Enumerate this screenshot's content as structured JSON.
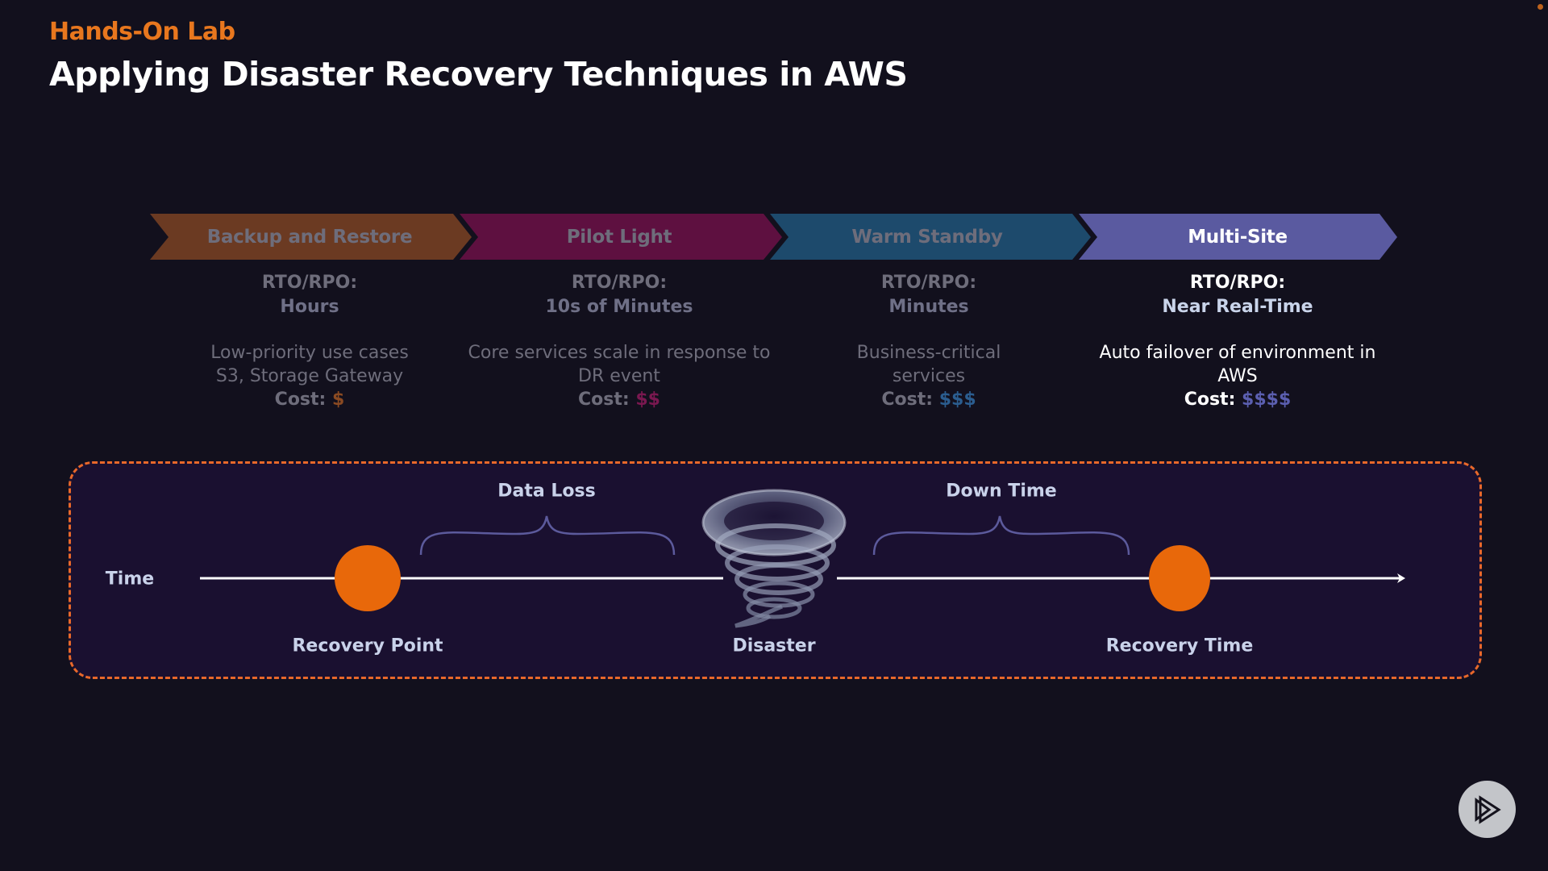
{
  "header": {
    "kicker": "Hands-On Lab",
    "title": "Applying Disaster Recovery Techniques in AWS"
  },
  "strategies": [
    {
      "name": "Backup and Restore",
      "rto_label": "RTO/RPO:",
      "rto_value": "Hours",
      "description_line1": "Low-priority use cases",
      "description_line2": "S3, Storage Gateway",
      "cost_label": "Cost:",
      "cost_value": "$",
      "color": "#6b3a22",
      "cost_color": "#8a4a22",
      "highlighted": false
    },
    {
      "name": "Pilot Light",
      "rto_label": "RTO/RPO:",
      "rto_value": "10s of Minutes",
      "description_line1": "Core services scale in response to",
      "description_line2": "DR event",
      "cost_label": "Cost:",
      "cost_value": "$$",
      "color": "#5e1040",
      "cost_color": "#7a1850",
      "highlighted": false
    },
    {
      "name": "Warm Standby",
      "rto_label": "RTO/RPO:",
      "rto_value": "Minutes",
      "description_line1": "Business-critical",
      "description_line2": "services",
      "cost_label": "Cost:",
      "cost_value": "$$$",
      "color": "#1d4a6c",
      "cost_color": "#2b5d8f",
      "highlighted": false
    },
    {
      "name": "Multi-Site",
      "rto_label": "RTO/RPO:",
      "rto_value": "Near Real-Time",
      "description_line1": "Auto failover of environment in",
      "description_line2": "AWS",
      "cost_label": "Cost:",
      "cost_value": "$$$$",
      "color": "#5a5aa0",
      "cost_color": "#5b5fb0",
      "highlighted": true
    }
  ],
  "timeline": {
    "axis_label": "Time",
    "data_loss_label": "Data Loss",
    "down_time_label": "Down Time",
    "recovery_point_label": "Recovery Point",
    "disaster_label": "Disaster",
    "recovery_time_label": "Recovery Time",
    "marker_color": "#e8680a",
    "border_color": "#e8682a",
    "brace_color": "#5c5a9c"
  },
  "player": {
    "icon": "pluralsight-play-icon"
  }
}
